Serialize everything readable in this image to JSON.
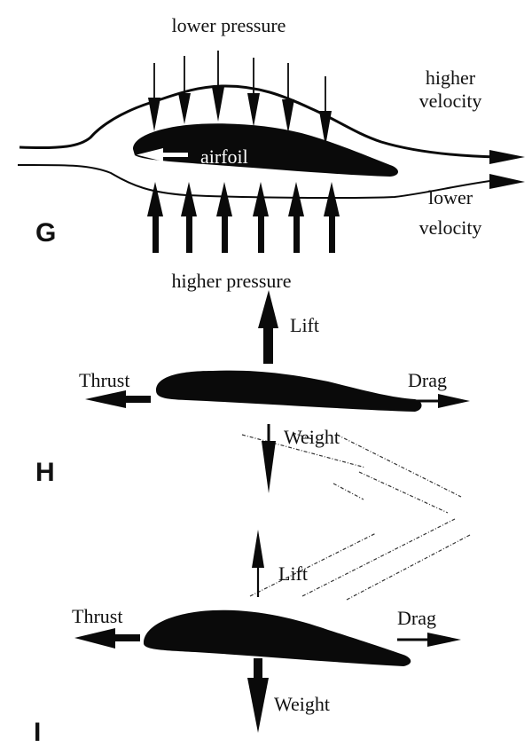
{
  "figure": {
    "panels": [
      {
        "id": "G",
        "letter": "G",
        "airfoil_label": "airfoil",
        "top_label": "lower pressure",
        "bottom_label": "higher pressure",
        "right_top_label_line1": "higher",
        "right_top_label_line2": "velocity",
        "right_bottom_label_line1": "lower",
        "right_bottom_label_line2": "velocity",
        "downward_arrow_count": 6,
        "upward_arrow_count": 6
      },
      {
        "id": "H",
        "letter": "H",
        "forces": {
          "lift": "Lift",
          "weight": "Weight",
          "thrust": "Thrust",
          "drag": "Drag"
        },
        "note": "Lift arrow thick and long; weight arrow thin"
      },
      {
        "id": "I",
        "letter": "I",
        "forces": {
          "lift": "Lift",
          "weight": "Weight",
          "thrust": "Thrust",
          "drag": "Drag"
        },
        "note": "Lift arrow thin; weight arrow thick"
      }
    ],
    "colors": {
      "ink": "#0a0a0a",
      "background": "#ffffff"
    }
  }
}
